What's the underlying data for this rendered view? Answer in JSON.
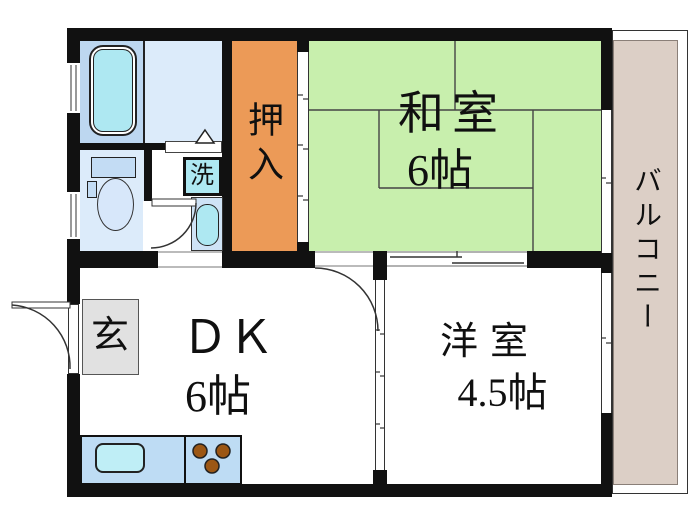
{
  "rooms": {
    "washitsu": {
      "label": "和室",
      "size": "6帖"
    },
    "yoshitsu": {
      "label": "洋室",
      "size": "4.5帖"
    },
    "dk": {
      "label": "ＤＫ",
      "size": "6帖"
    },
    "oshiire": {
      "label": "押入"
    },
    "genkan": {
      "label": "玄"
    },
    "balcony": {
      "label": "バルコニー"
    },
    "laundry": {
      "label": "洗"
    }
  },
  "fixtures": [
    "bathtub",
    "toilet",
    "washing-machine-box",
    "washbasin",
    "kitchen-counter",
    "kitchen-sink",
    "stove-burners",
    "entrance-door",
    "toilet-door",
    "washitsu-dk-door",
    "oshiire-fusuma",
    "washitsu-yoshitsu-sliding-door",
    "dk-yoshitsu-sliding-door",
    "bath-folding-door-marker"
  ],
  "colors": {
    "wall": "#111111",
    "tatami_green": "#c8efad",
    "closet_orange": "#ec9a57",
    "balcony_beige": "#dccfc6",
    "bathroom_blue": "#bdd7f0",
    "room_pale_blue": "#dcebfa",
    "fixture_cyan": "#aee8f2",
    "counter_blue": "#bedcf4",
    "genkan_gray": "#e1e1e1",
    "burner_brown": "#9c5714"
  }
}
